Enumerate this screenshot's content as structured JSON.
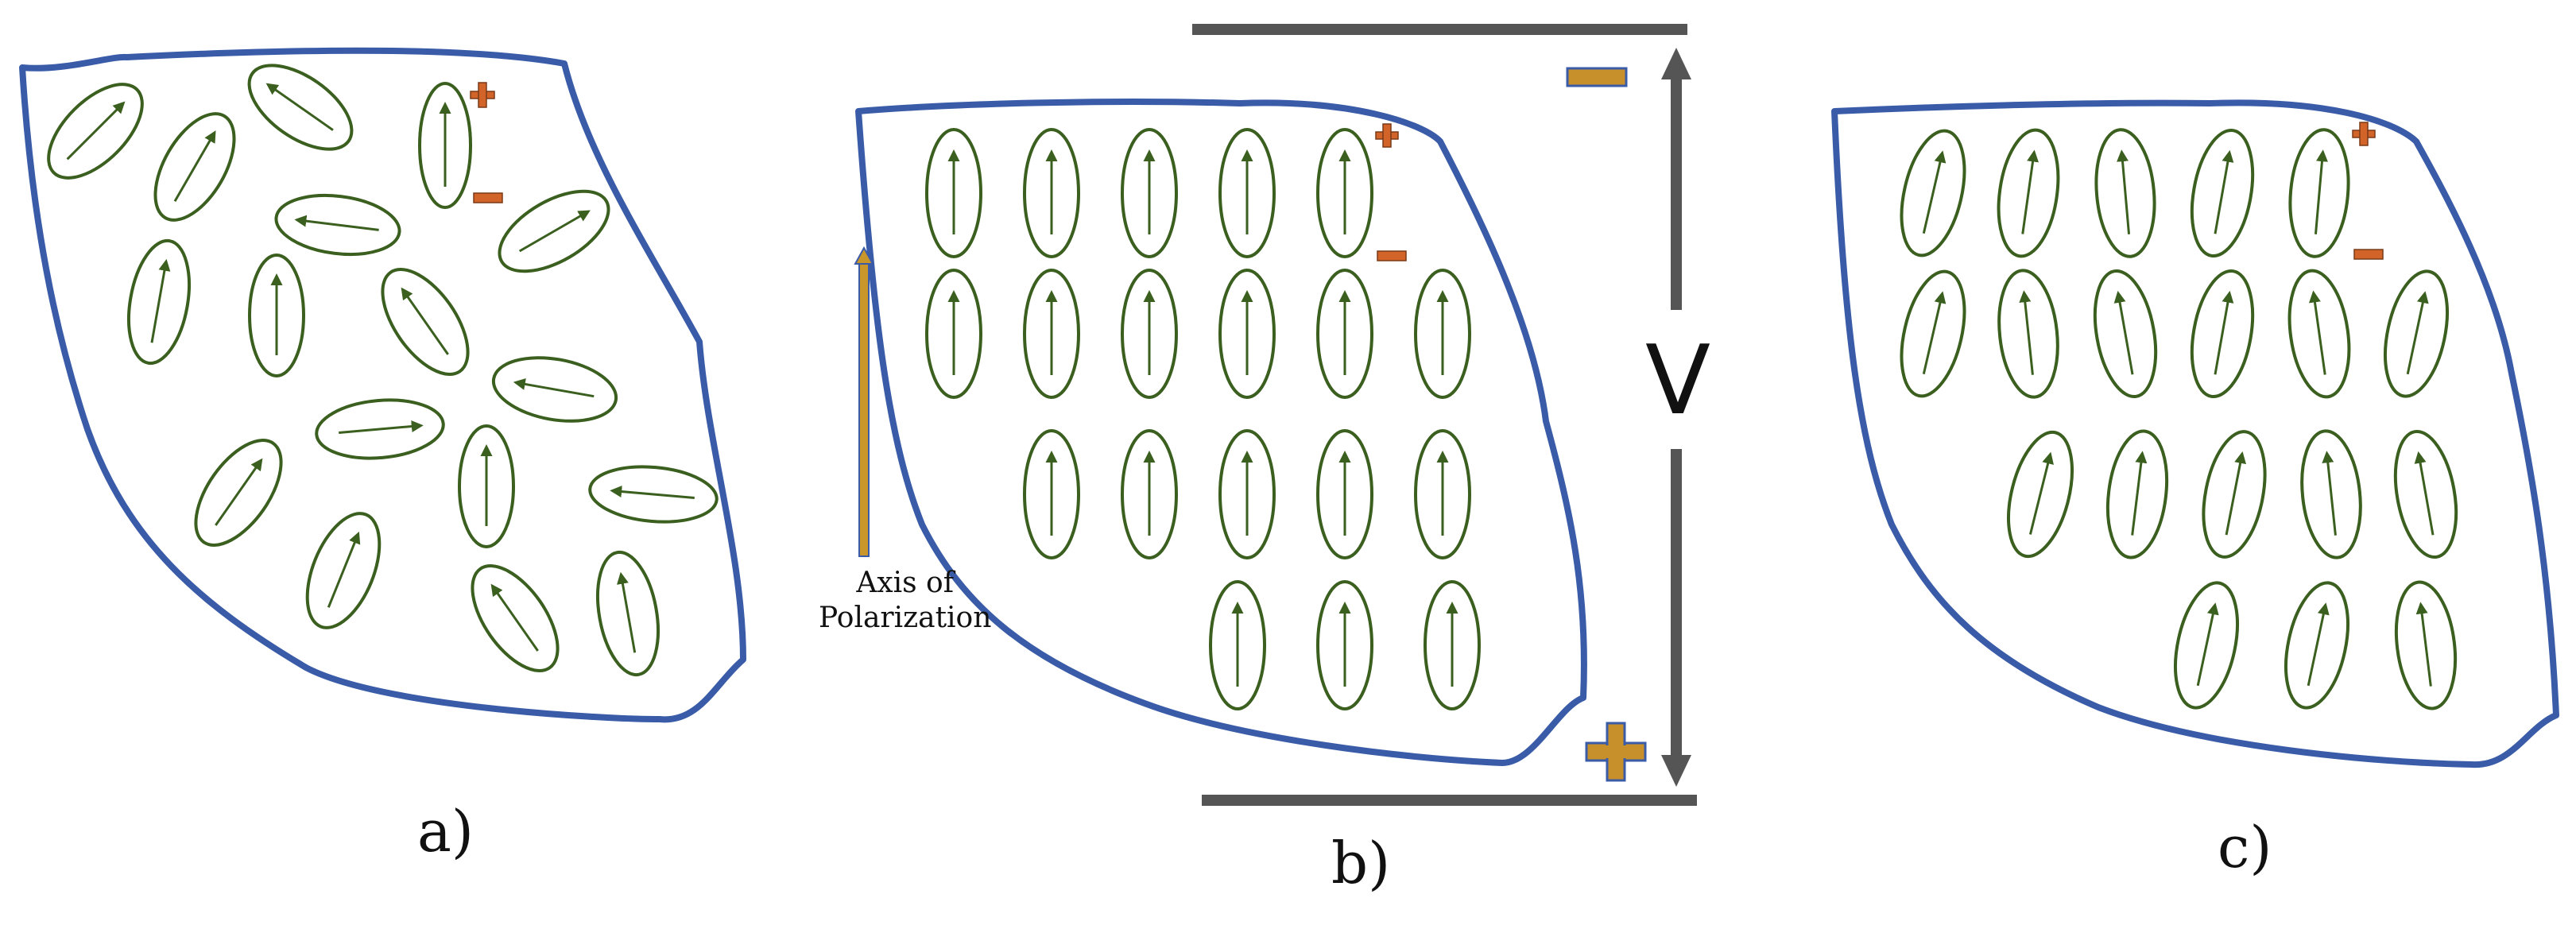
{
  "panels": [
    {
      "id": "a",
      "label": "a)",
      "arrangement": "random"
    },
    {
      "id": "b",
      "label": "b)",
      "arrangement": "aligned-vertical",
      "field_applied": true
    },
    {
      "id": "c",
      "label": "c)",
      "arrangement": "mostly-aligned-tilted"
    }
  ],
  "axis_label": "Axis of Polarization",
  "axis_label_line1": "Axis of",
  "axis_label_line2": "Polarization",
  "voltage_label": "V",
  "colors": {
    "outline": "#3a5ca8",
    "dipole": "#3a5f1e",
    "plate": "#555555",
    "polarity_plus": "#c8902a",
    "polarity_minus": "#c8902a",
    "charge_plus": "#d2642a",
    "charge_minus": "#d2642a",
    "axis_arrow": "#c9962a"
  },
  "icons": {
    "plus": "plus-sign-icon",
    "minus": "minus-sign-icon",
    "dipole": "dipole-icon",
    "double_arrow": "double-arrow-icon"
  }
}
